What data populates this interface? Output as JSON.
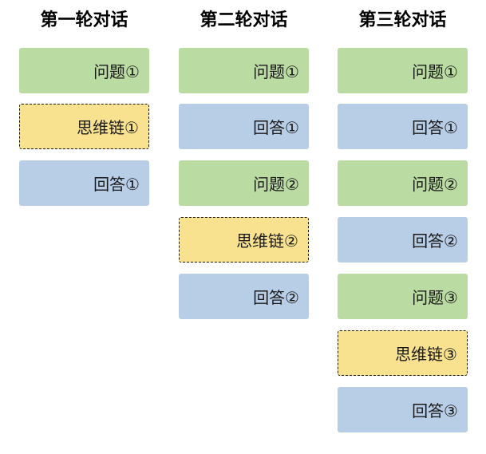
{
  "diagram": {
    "columns": [
      {
        "title": "第一轮对话",
        "items": [
          {
            "label": "问题①",
            "type": "question"
          },
          {
            "label": "思维链①",
            "type": "chain-of-thought"
          },
          {
            "label": "回答①",
            "type": "answer"
          }
        ]
      },
      {
        "title": "第二轮对话",
        "items": [
          {
            "label": "问题①",
            "type": "question"
          },
          {
            "label": "回答①",
            "type": "answer"
          },
          {
            "label": "问题②",
            "type": "question"
          },
          {
            "label": "思维链②",
            "type": "chain-of-thought"
          },
          {
            "label": "回答②",
            "type": "answer"
          }
        ]
      },
      {
        "title": "第三轮对话",
        "items": [
          {
            "label": "问题①",
            "type": "question"
          },
          {
            "label": "回答①",
            "type": "answer"
          },
          {
            "label": "问题②",
            "type": "question"
          },
          {
            "label": "回答②",
            "type": "answer"
          },
          {
            "label": "问题③",
            "type": "question"
          },
          {
            "label": "思维链③",
            "type": "chain-of-thought"
          },
          {
            "label": "回答③",
            "type": "answer"
          }
        ]
      }
    ],
    "colors": {
      "question": "#badba2",
      "answer": "#b8cde6",
      "chain_of_thought": "#f8e18f",
      "dashed_border": "#1a1a1a"
    }
  }
}
